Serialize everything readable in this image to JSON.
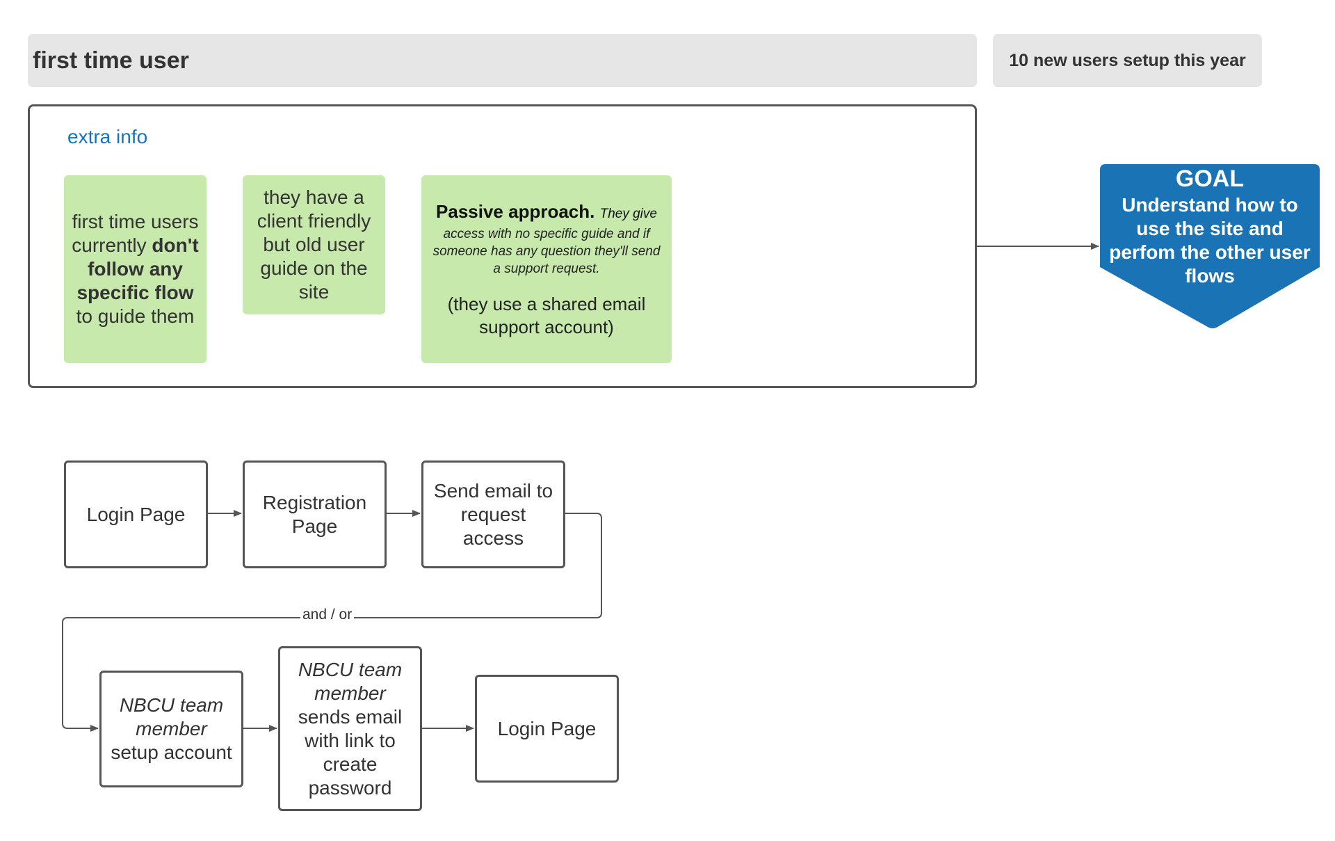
{
  "header": {
    "title": "first time user",
    "stat": "10 new users setup this year"
  },
  "extra_info": {
    "label": "extra info",
    "notes": [
      {
        "pre": "first time users currently",
        "bold": "don't follow any specific flow",
        "post": "to guide them"
      },
      {
        "text": "they have a client friendly but old user guide on the site"
      },
      {
        "lead_bold": "Passive approach.",
        "lead_italic": "They give",
        "italic_rest": "access with no specific guide and if someone has any question they'll send a support request.",
        "tail": "(they use a shared email support account)"
      }
    ]
  },
  "goal": {
    "title": "GOAL",
    "text": "Understand how to use the site and perfom the other user flows",
    "color": "#1a73b5"
  },
  "flow": {
    "row1": [
      "Login Page",
      "Registration Page",
      "Send email to request access"
    ],
    "connector_label": "and / or",
    "setup": {
      "italic": "NBCU team member",
      "rest": "setup account"
    },
    "sends": {
      "italic": "NBCU team member",
      "rest": "sends email with link to create password"
    },
    "final": "Login Page"
  }
}
